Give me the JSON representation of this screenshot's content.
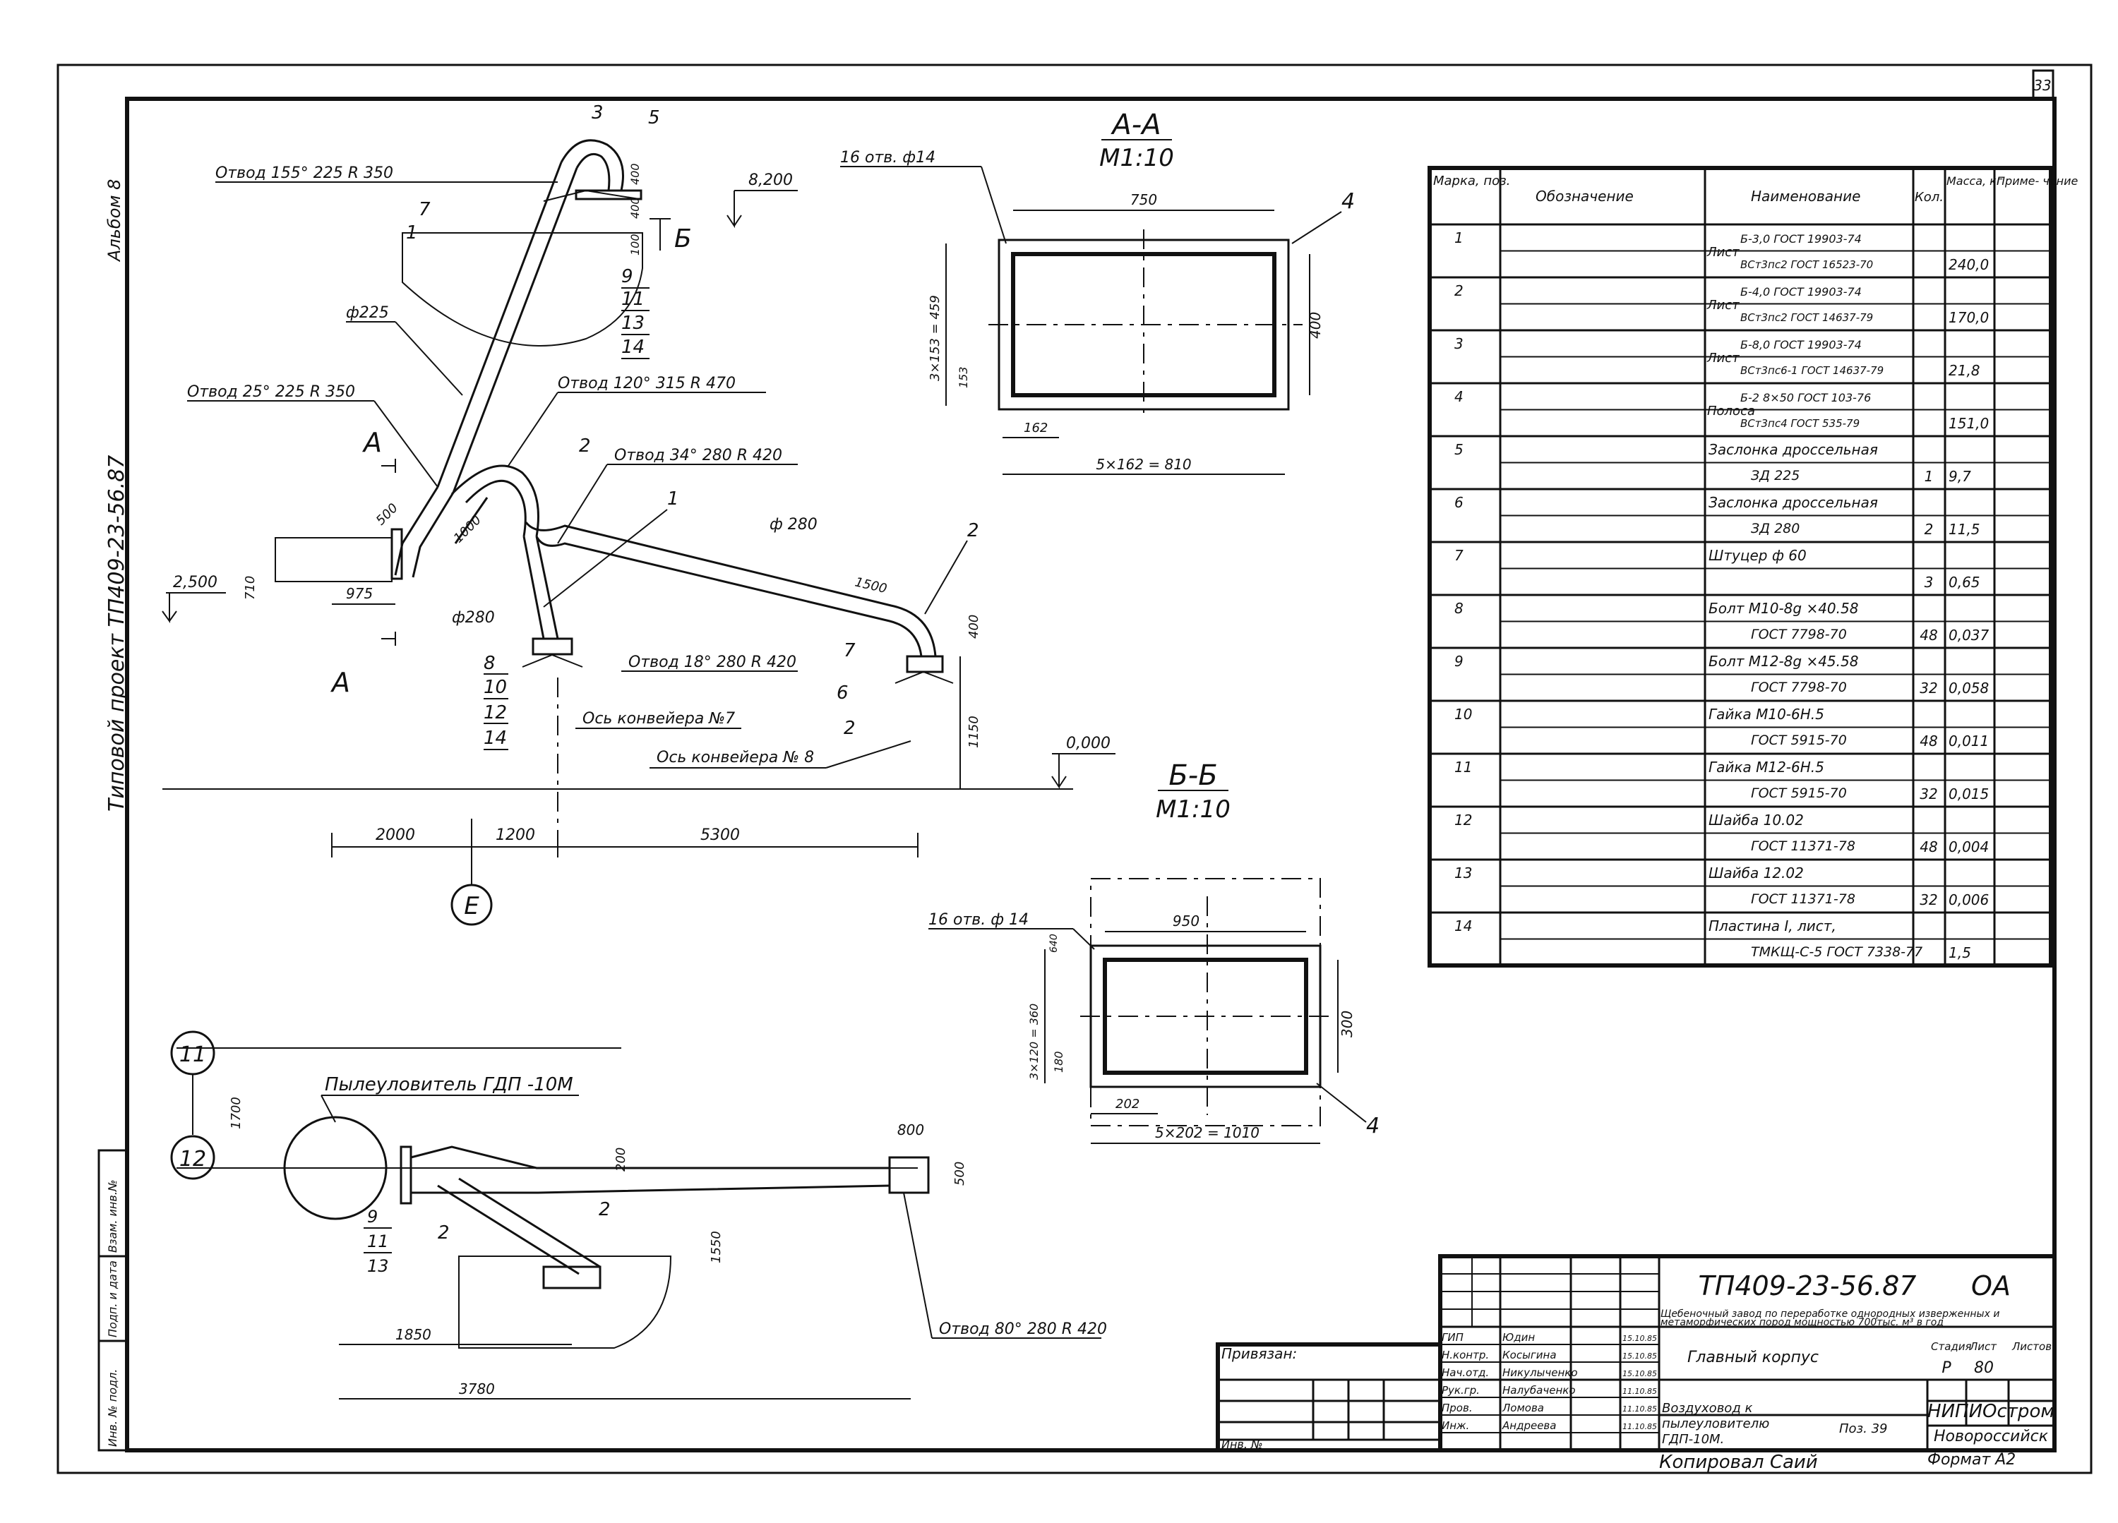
{
  "sheet": {
    "number": "33",
    "album": "Альбом 8",
    "project": "Типовой  проект  ТП409-23-56.87",
    "copied": "Копировал  Саий",
    "format": "Формат  А2"
  },
  "left_strip": [
    "Инв. № подл.",
    "Подп. и дата",
    "Взам. инв.№"
  ],
  "main_view": {
    "elbow_155": "Отвод  155°  225   R 350",
    "elbow_25": "Отвод  25°  225   R 350",
    "elbow_120": "Отвод  120°  315   R 470",
    "elbow_34": "Отвод  34°  280   R 420",
    "elbow_18": "Отвод  18°  280   R 420",
    "d225": "ф225",
    "d280a": "ф280",
    "d280b": "ф 280",
    "level_8200": "8,200",
    "level_2500": "2,500",
    "level_0": "0,000",
    "axis7": "Ось конвейера №7",
    "axis8": "Ось конвейера № 8",
    "letter_A": "А",
    "letter_B": "Б",
    "letter_E": "Е",
    "dims": {
      "d2000": "2000",
      "d1200": "1200",
      "d5300": "5300",
      "d975": "975",
      "d710": "710",
      "d500": "500",
      "d1000": "1000",
      "d400a": "400",
      "d400b": "400",
      "d100": "100",
      "d1500": "1500",
      "d400c": "400",
      "d1150": "1150"
    },
    "pos": [
      "1",
      "2",
      "3",
      "5",
      "7",
      "9",
      "11",
      "13",
      "14",
      "8",
      "10",
      "12",
      "14",
      "6",
      "2",
      "7",
      "2",
      "1"
    ]
  },
  "section_aa": {
    "title": "А-А",
    "scale": "М1:10",
    "holes": "16 отв. ф14",
    "w": "750",
    "h": "400",
    "v_pitch": "3×153 = 459",
    "v153": "153",
    "h162": "162",
    "h_pitch": "5×162 = 810",
    "pos": "4"
  },
  "section_bb": {
    "title": "Б-Б",
    "scale": "М1:10",
    "holes": "16 отв. ф 14",
    "w": "950",
    "h": "300",
    "v_pitch": "3×120 = 360",
    "v180": "180",
    "h202": "202",
    "h_pitch": "5×202 = 1010",
    "pos": "4",
    "small": "640"
  },
  "plan_view": {
    "filter": "Пылеуловитель   ГДП -10М",
    "elbow_80": "Отвод  80°  280   R 420",
    "d1700": "1700",
    "d200": "200",
    "d1550": "1550",
    "d1850": "1850",
    "d3780": "3780",
    "d800": "800",
    "d500": "500",
    "c11": "11",
    "c12": "12",
    "pos": [
      "9",
      "11",
      "13",
      "2",
      "2"
    ]
  },
  "spec": {
    "headers": [
      "Марка, поз.",
      "Обозначение",
      "Наименование",
      "Кол.",
      "Масса, кг",
      "Приме- чание"
    ],
    "rows": [
      [
        "1",
        "",
        "Лист",
        "Б-3,0 ГОСТ 19903-74",
        "ВСт3пс2 ГОСТ 16523-70",
        "",
        "240,0"
      ],
      [
        "2",
        "",
        "Лист",
        "Б-4,0 ГОСТ 19903-74",
        "ВСт3пс2 ГОСТ 14637-79",
        "",
        "170,0"
      ],
      [
        "3",
        "",
        "Лист",
        "Б-8,0 ГОСТ 19903-74",
        "ВСт3пс6-1 ГОСТ 14637-79",
        "",
        "21,8"
      ],
      [
        "4",
        "",
        "Полоса",
        "Б-2  8×50 ГОСТ 103-76",
        "ВСт3пс4 ГОСТ 535-79",
        "",
        "151,0"
      ],
      [
        "5",
        "",
        "",
        "Заслонка  дроссельная",
        "ЗД 225",
        "1",
        "9,7"
      ],
      [
        "6",
        "",
        "",
        "Заслонка  дроссельная",
        "ЗД 280",
        "2",
        "11,5"
      ],
      [
        "7",
        "",
        "",
        "Штуцер  ф 60",
        "",
        "3",
        "0,65"
      ],
      [
        "8",
        "",
        "",
        "Болт  М10-8g ×40.58",
        "ГОСТ 7798-70",
        "48",
        "0,037"
      ],
      [
        "9",
        "",
        "",
        "Болт  М12-8g ×45.58",
        "ГОСТ 7798-70",
        "32",
        "0,058"
      ],
      [
        "10",
        "",
        "",
        "Гайка  М10-6Н.5",
        "ГОСТ 5915-70",
        "48",
        "0,011"
      ],
      [
        "11",
        "",
        "",
        "Гайка  М12-6Н.5",
        "ГОСТ 5915-70",
        "32",
        "0,015"
      ],
      [
        "12",
        "",
        "",
        "Шайба  10.02",
        "ГОСТ 11371-78",
        "48",
        "0,004"
      ],
      [
        "13",
        "",
        "",
        "Шайба  12.02",
        "ГОСТ 11371-78",
        "32",
        "0,006"
      ],
      [
        "14",
        "",
        "",
        "Пластина  I, лист,",
        "ТМКЩ-С-5 ГОСТ 7338-77",
        "",
        "1,5"
      ]
    ]
  },
  "title_block": {
    "code": "ТП409-23-56.87",
    "mark": "ОА",
    "object": "Щебеночный завод по переработке однородных изверженных и метаморфических пород мощностью 700тыс. м³ в год",
    "building": "Главный  корпус",
    "drawing": "Воздуховод  к  пылеуловителю  ГДП-10М.",
    "pos": "Поз. 39",
    "stage_h": "Стадия",
    "sheet_h": "Лист",
    "sheets_h": "Листов",
    "stage": "Р",
    "sheet": "80",
    "org1": "НИПИОстром",
    "org2": "Новороссийск",
    "privyazan": "Привязан:",
    "inv": "Инв. №",
    "roles": [
      [
        "ГИП",
        "Юдин",
        "15.10.85"
      ],
      [
        "Н.контр.",
        "Косыгина",
        "15.10.85"
      ],
      [
        "Нач.отд.",
        "Никулыченко",
        "15.10.85"
      ],
      [
        "Рук.гр.",
        "Налубаченко",
        "11.10.85"
      ],
      [
        "Пров.",
        "Ломова",
        "11.10.85"
      ],
      [
        "Инж.",
        "Андреева",
        "11.10.85"
      ]
    ]
  }
}
